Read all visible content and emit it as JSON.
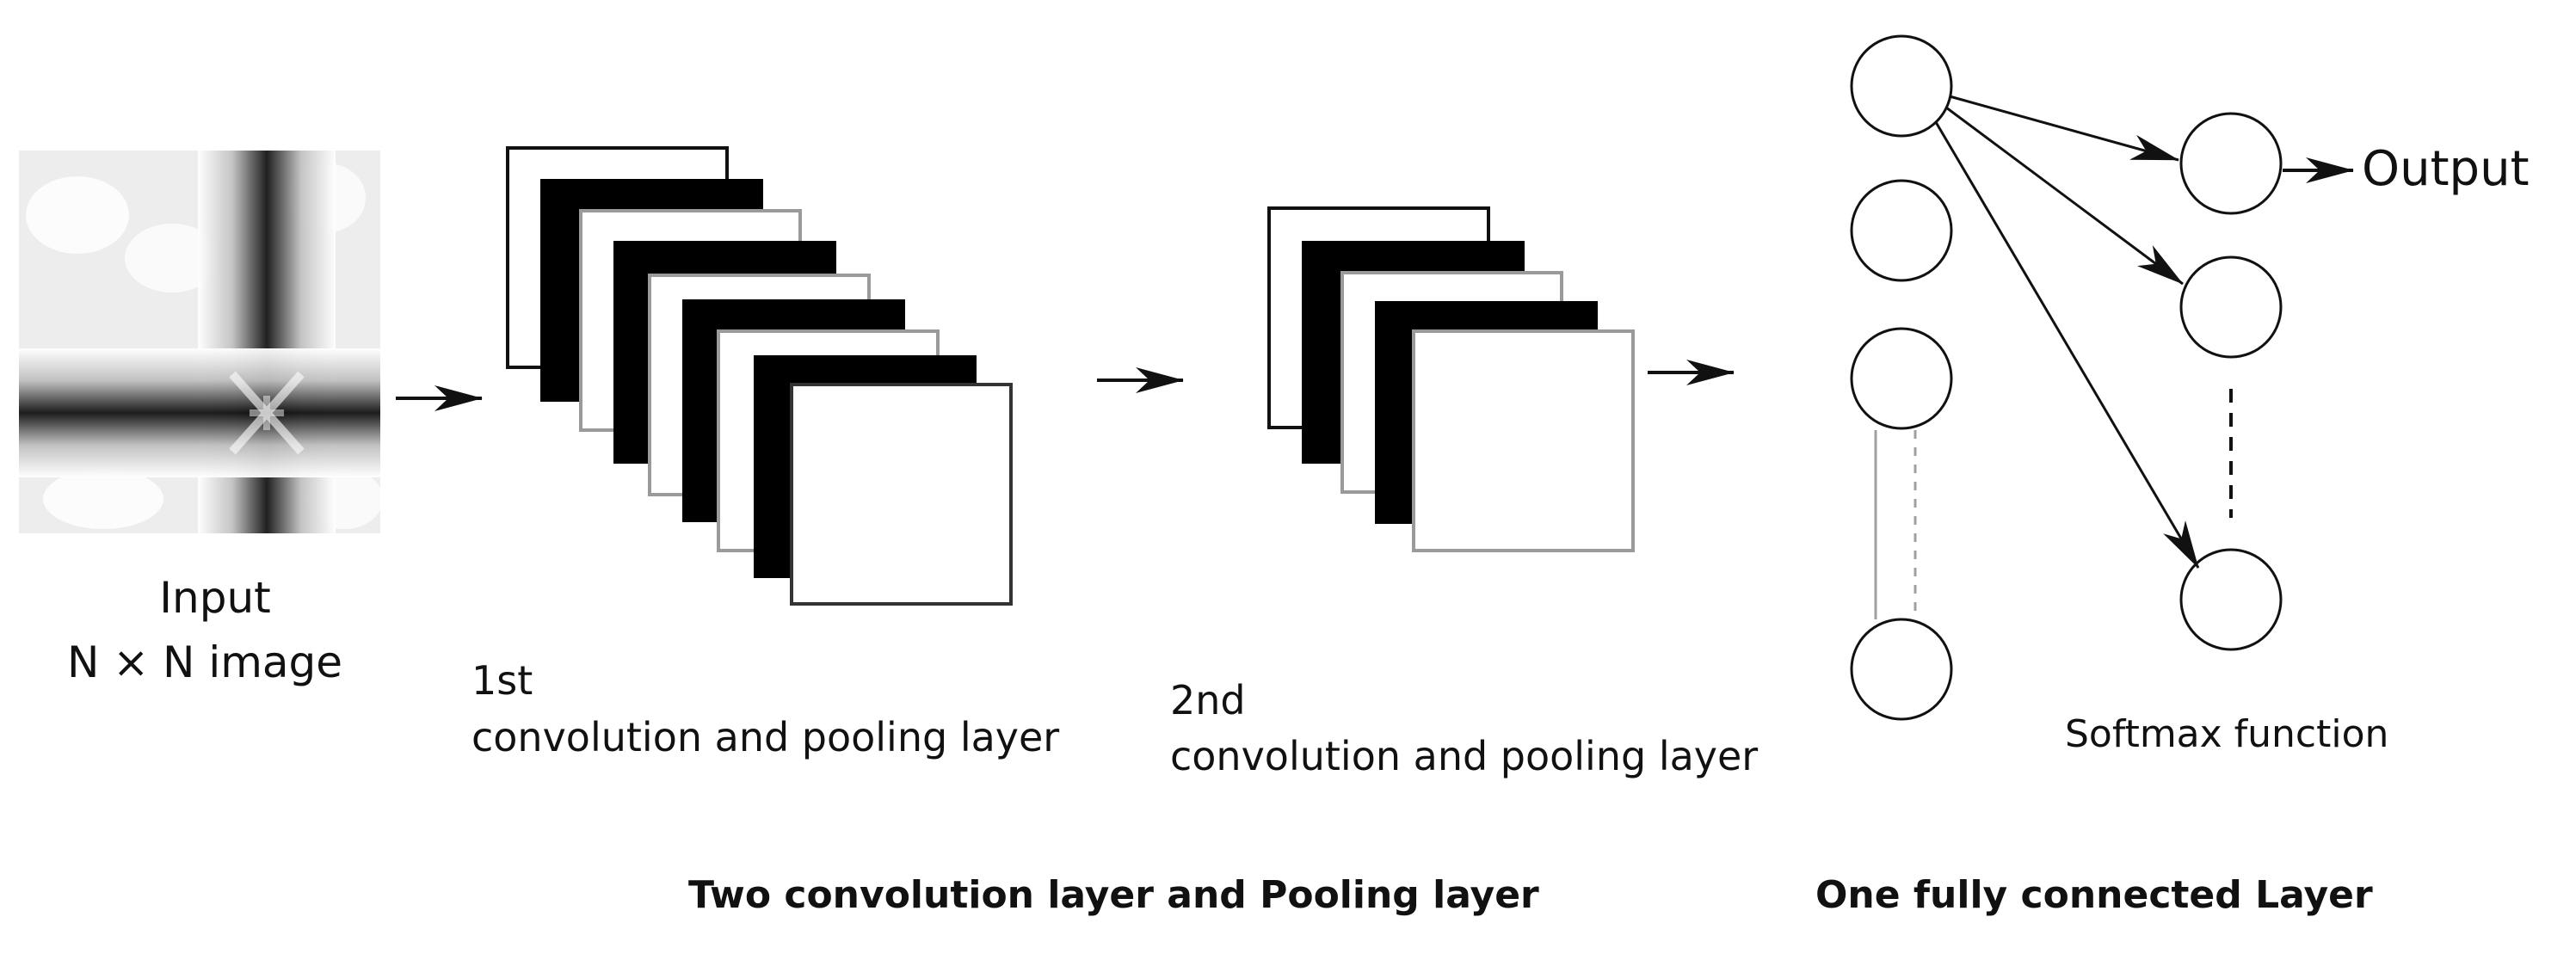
{
  "input": {
    "label_line1": "Input",
    "label_line2": "N × N image"
  },
  "conv1": {
    "line1": "1st",
    "line2": "convolution and pooling layer"
  },
  "conv2": {
    "line1": "2nd",
    "line2": "convolution and pooling layer"
  },
  "softmax_label": "Softmax function",
  "output_label": "Output",
  "groups": {
    "conv_group": "Two convolution layer and Pooling layer",
    "fc_group": "One fully connected Layer"
  },
  "colors": {
    "stroke": "#111111",
    "filled_map": "#000000",
    "empty_map": "#ffffff",
    "gray_border": "#9a9a9a"
  }
}
